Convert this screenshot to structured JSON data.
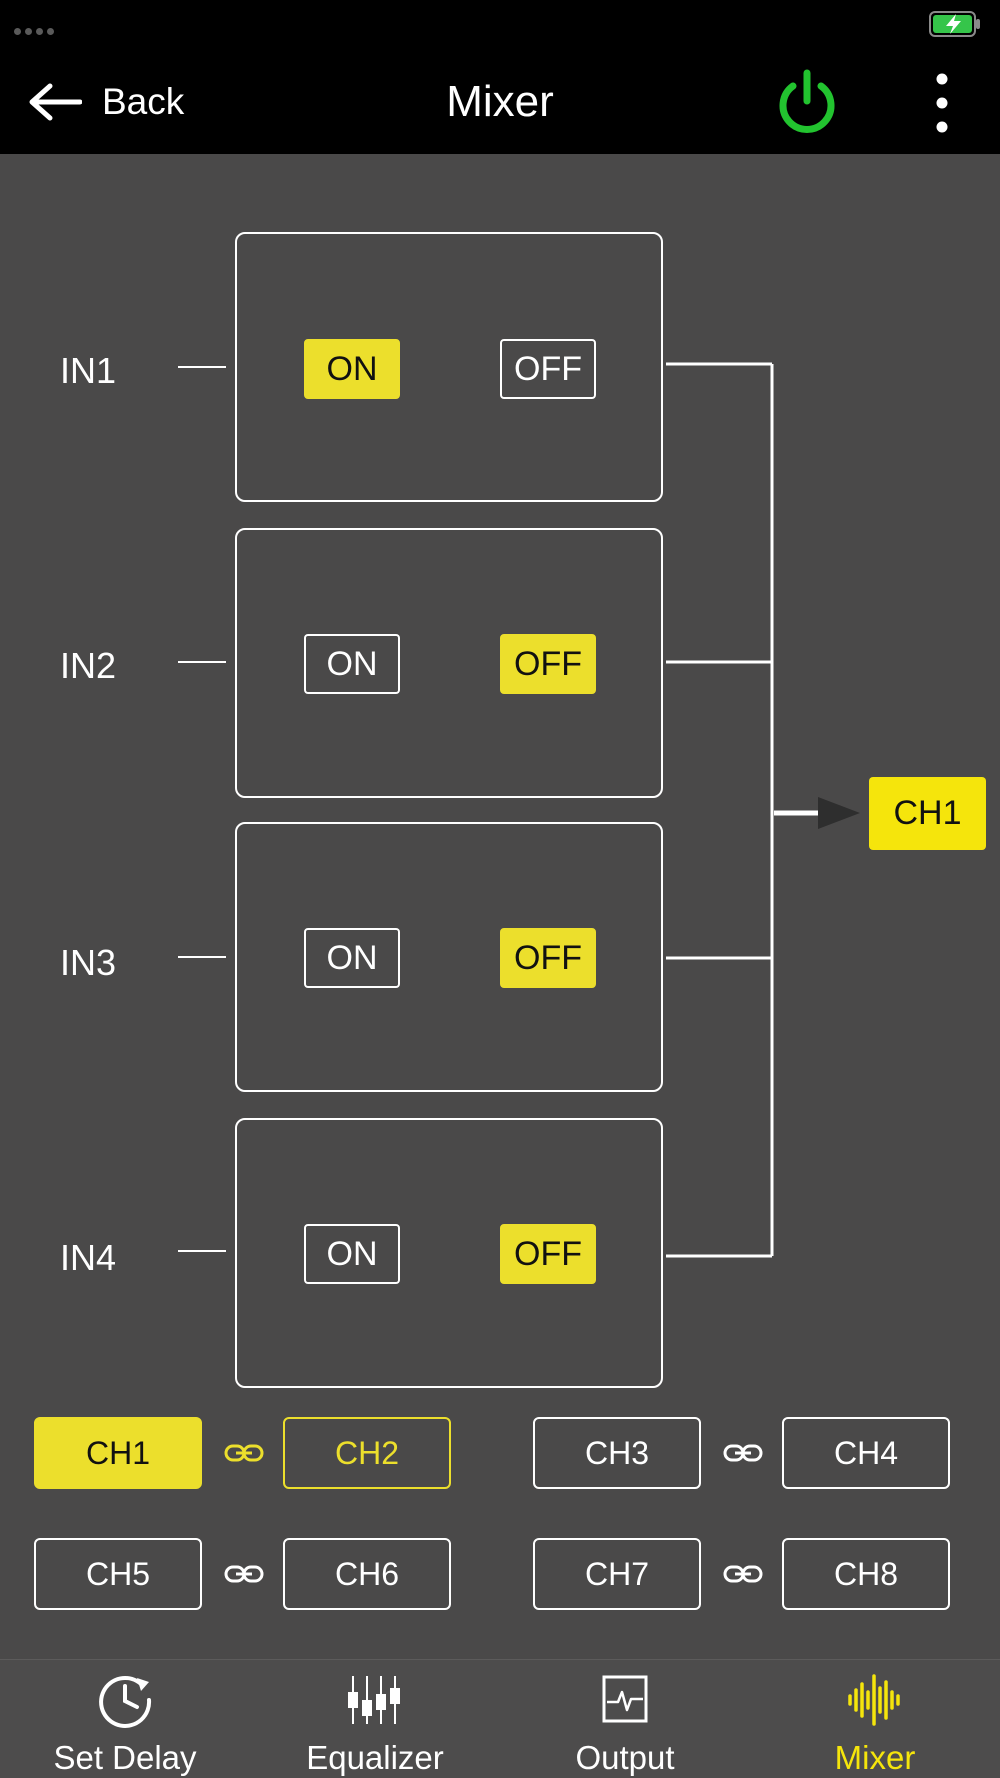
{
  "header": {
    "back_label": "Back",
    "title": "Mixer",
    "power_color": "#22c32f"
  },
  "inputs": [
    {
      "label": "IN1",
      "on_label": "ON",
      "off_label": "OFF",
      "state": "ON"
    },
    {
      "label": "IN2",
      "on_label": "ON",
      "off_label": "OFF",
      "state": "OFF"
    },
    {
      "label": "IN3",
      "on_label": "ON",
      "off_label": "OFF",
      "state": "OFF"
    },
    {
      "label": "IN4",
      "on_label": "ON",
      "off_label": "OFF",
      "state": "OFF"
    }
  ],
  "output": {
    "label": "CH1"
  },
  "channels": [
    {
      "label": "CH1",
      "state": "selected"
    },
    {
      "label": "CH2",
      "state": "linked"
    },
    {
      "label": "CH3",
      "state": "normal"
    },
    {
      "label": "CH4",
      "state": "normal"
    },
    {
      "label": "CH5",
      "state": "normal"
    },
    {
      "label": "CH6",
      "state": "normal"
    },
    {
      "label": "CH7",
      "state": "normal"
    },
    {
      "label": "CH8",
      "state": "normal"
    }
  ],
  "nav": [
    {
      "label": "Set Delay",
      "icon": "clock-icon",
      "active": false
    },
    {
      "label": "Equalizer",
      "icon": "equalizer-icon",
      "active": false
    },
    {
      "label": "Output",
      "icon": "output-waveform-icon",
      "active": false
    },
    {
      "label": "Mixer",
      "icon": "mixer-waveform-icon",
      "active": true
    }
  ],
  "colors": {
    "accent": "#ecdf2c",
    "background": "#4a4949",
    "header": "#000000"
  }
}
